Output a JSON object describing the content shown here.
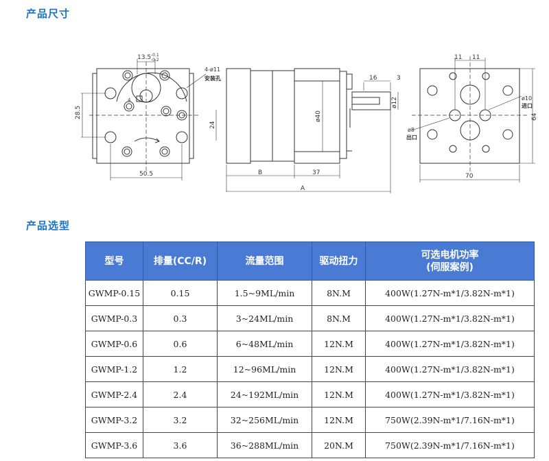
{
  "sections": {
    "dimensions_title": "产品尺寸",
    "selection_title": "产品选型"
  },
  "drawing": {
    "front": {
      "dim_top": "13.5",
      "dim_top_tol_upper": "-0.1",
      "dim_top_tol_lower": "-0.2",
      "dim_left": "28.5",
      "dim_bottom": "50.5",
      "hole_note": "4-ø11",
      "hole_label": "安装孔",
      "small_label": "4"
    },
    "side": {
      "dim_phi40": "ø40",
      "dim_24": "24",
      "dim_16": "16",
      "dim_3": "3",
      "dim_phi12": "ø12",
      "dim_B": "B",
      "dim_37": "37",
      "dim_A": "A"
    },
    "back": {
      "dim_11a": "11",
      "dim_11b": "11",
      "dim_phi10": "ø10",
      "inlet": "进口",
      "dim_phi8": "ø8",
      "outlet": "出口",
      "dim_64": "64",
      "dim_70": "70"
    }
  },
  "table": {
    "headers": [
      "型号",
      "排量(CC/R)",
      "流量范围",
      "驱动扭力",
      "可选电机功率",
      "(伺服案例)"
    ],
    "rows": [
      [
        "GWMP-0.15",
        "0.15",
        "1.5~9ML/min",
        "8N.M",
        "400W(1.27N-m*1/3.82N-m*1)"
      ],
      [
        "GWMP-0.3",
        "0.3",
        "3~24ML/min",
        "8N.M",
        "400W(1.27N-m*1/3.82N-m*1)"
      ],
      [
        "GWMP-0.6",
        "0.6",
        "6~48ML/min",
        "12N.M",
        "400W(1.27N-m*1/3.82N-m*1)"
      ],
      [
        "GWMP-1.2",
        "1.2",
        "12~96ML/min",
        "12N.M",
        "400W(1.27N-m*1/3.82N-m*1)"
      ],
      [
        "GWMP-2.4",
        "2.4",
        "24~192ML/min",
        "12N.M",
        "400W(1.27N-m*1/3.82N-m*1)"
      ],
      [
        "GWMP-3.2",
        "3.2",
        "32~256ML/min",
        "12N.M",
        "750W(2.39N-m*1/7.16N-m*1)"
      ],
      [
        "GWMP-3.6",
        "3.6",
        "36~288ML/min",
        "20N.M",
        "750W(2.39N-m*1/7.16N-m*1)"
      ]
    ]
  }
}
